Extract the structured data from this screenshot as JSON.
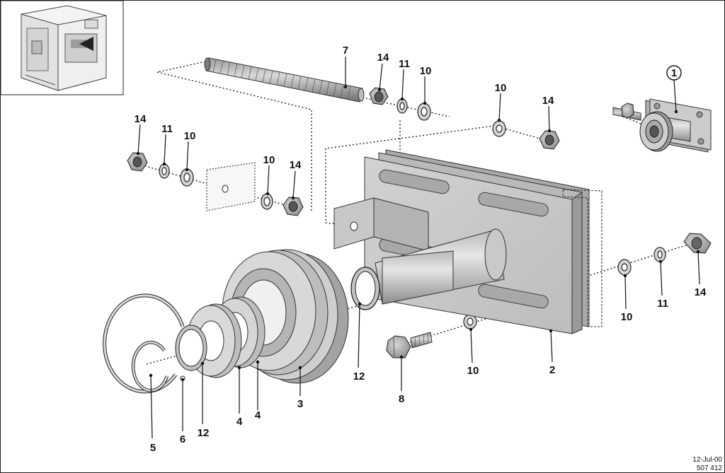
{
  "labels": {
    "n7": "7",
    "n14a": "14",
    "n11a": "11",
    "n10a": "10",
    "n10b": "10",
    "n14b": "14",
    "n1": "1",
    "n14c": "14",
    "n11c": "11",
    "n10c": "10",
    "n10d": "10",
    "n14d": "14",
    "n10e": "10",
    "n11e": "11",
    "n14e": "14",
    "n12a": "12",
    "n8": "8",
    "n10f": "10",
    "n2": "2",
    "n3": "3",
    "n4a": "4",
    "n4b": "4",
    "n5": "5",
    "n6": "6",
    "n12b": "12"
  },
  "footer": {
    "date": "12-Jul-00",
    "code": "507 412"
  }
}
